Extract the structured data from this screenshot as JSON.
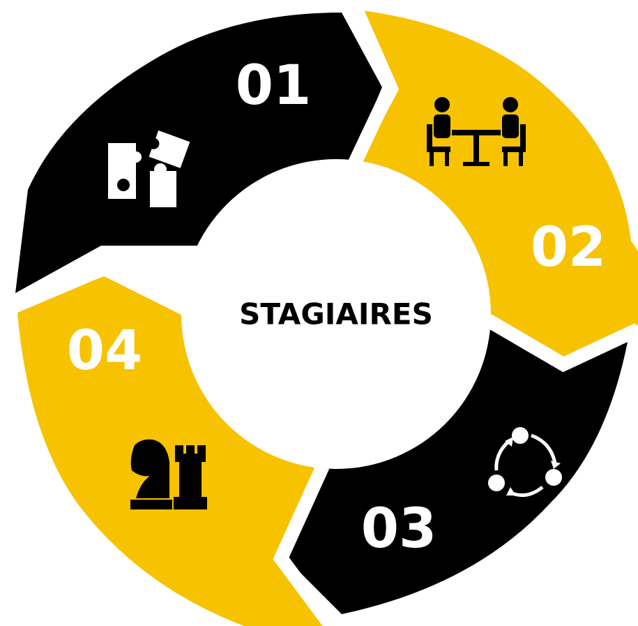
{
  "center": {
    "label": "STAGIAIRES"
  },
  "colors": {
    "black": "#000000",
    "yellow": "#F7C200",
    "white": "#ffffff"
  },
  "segments": [
    {
      "number": "01",
      "color": "#000000",
      "icon": "puzzle-icon"
    },
    {
      "number": "02",
      "color": "#F7C200",
      "icon": "meeting-icon"
    },
    {
      "number": "03",
      "color": "#000000",
      "icon": "cycle-icon"
    },
    {
      "number": "04",
      "color": "#F7C200",
      "icon": "chess-icon"
    }
  ]
}
